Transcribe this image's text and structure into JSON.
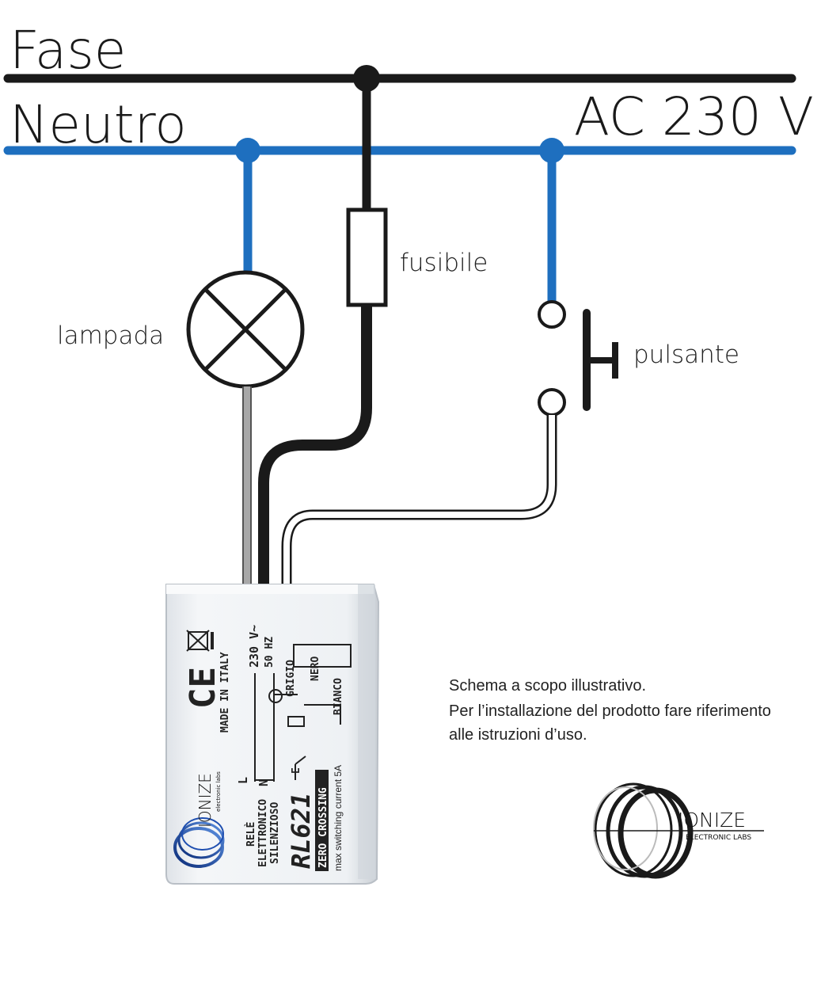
{
  "labels": {
    "fase": "Fase",
    "neutro": "Neutro",
    "voltage": "AC 230 V",
    "fuse": "fusibile",
    "lamp": "lampada",
    "button": "pulsante"
  },
  "note": {
    "line1": "Schema a scopo illustrativo.",
    "line2": "Per l’installazione del prodotto fare riferimento",
    "line3": "alle istruzioni d’uso."
  },
  "device": {
    "made_in": "MADE IN ITALY",
    "voltage": "230 V~",
    "frequency": "50 HZ",
    "wire_grigio": "GRIGIO",
    "wire_nero": "NERO",
    "wire_bianco": "BIANCO",
    "term_l": "L",
    "term_n": "N",
    "term_e": "E",
    "desc1": "RELÈ",
    "desc2": "ELETTRONICO",
    "desc3": "SILENZIOSO",
    "model": "RL621",
    "feature": "ZERO CROSSING",
    "max_current": "max switching current   5A",
    "brand": "IONIZE",
    "brand_sub": "electronic labs"
  },
  "logo": {
    "brand": "IONIZE",
    "sub": "ELECTRONIC LABS"
  },
  "colors": {
    "phase": "#1a1a1a",
    "neutral": "#1e6fbf",
    "grey_wire": "#9a9a9a",
    "device_body": "#eef0f3"
  }
}
